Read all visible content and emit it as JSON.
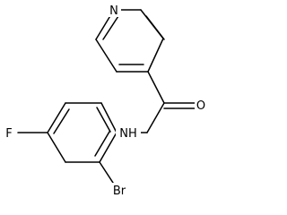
{
  "structure": {
    "atoms": {
      "pyridine_n": "N",
      "carbonyl_o": "O",
      "amide_n": "NH",
      "fluorine": "F",
      "bromine": "Br"
    }
  },
  "colors": {
    "bond": "#000000",
    "label": "#000000",
    "background": "#ffffff"
  }
}
